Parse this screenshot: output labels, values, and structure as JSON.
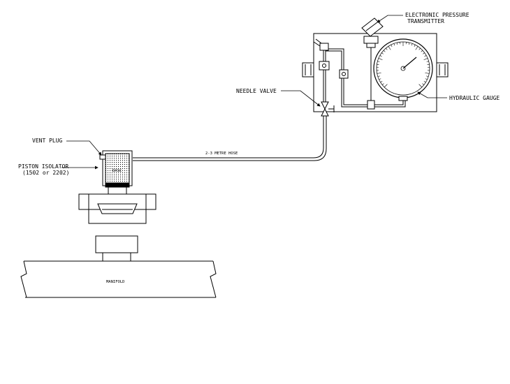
{
  "labels": {
    "transmitter_line1": "ELECTRONIC PRESSURE",
    "transmitter_line2": "TRANSMITTER",
    "needle_valve": "NEEDLE VALVE",
    "hydraulic_gauge": "HYDRAULIC GAUGE",
    "vent_plug": "VENT PLUG",
    "piston_isolator_line1": "PISTON ISOLATOR",
    "piston_isolator_line2": "(1502 or 2202)",
    "hose": "2-3 METRE HOSE",
    "manifold": "MANIFOLD",
    "isolator_marking": "DASC"
  },
  "colors": {
    "line": "#000000",
    "background": "#ffffff"
  }
}
